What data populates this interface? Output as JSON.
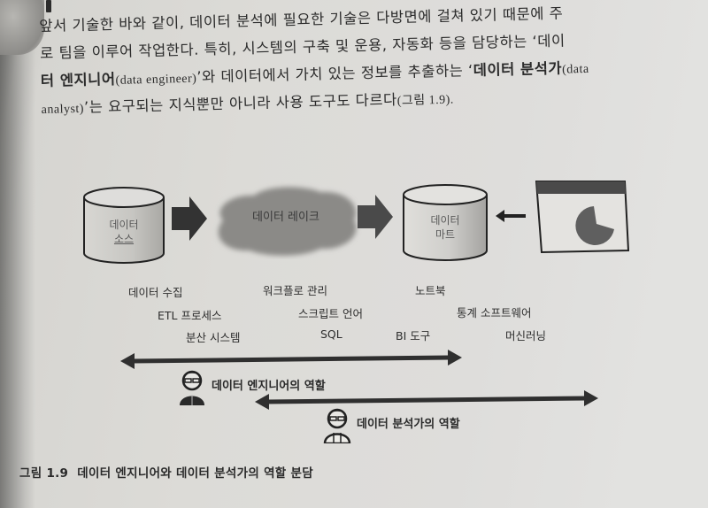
{
  "paragraph": {
    "lines": [
      {
        "text": "앞서 기술한 바와 같이, 데이터 분석에 필요한 기술은 다방면에 걸쳐 있기 때문에 주"
      },
      {
        "text": "로 팀을 이루어 작업한다. 특히, 시스템의 구축 및 운용, 자동화 등을 담당하는 ‘데이"
      },
      {
        "pre": "터 엔지니어",
        "latin": "(data engineer)",
        "post": "’와 데이터에서 가치 있는 정보를 추출하는 ‘",
        "bold2": "데이터 분석가",
        "latin2": "(data"
      },
      {
        "latin": "analyst)",
        "post": "’는 요구되는 지식뿐만 아니라 사용 도구도 다르다",
        "latin2": "(그림 1.9)."
      }
    ]
  },
  "diagram": {
    "data_source": {
      "line1": "데이터",
      "line2": "소스"
    },
    "data_lake": {
      "label": "데이터 레이크"
    },
    "data_mart": {
      "line1": "데이터",
      "line2": "마트"
    },
    "dashboard": {
      "icon": "pie-chart-window-icon"
    },
    "skills": [
      {
        "label": "데이터 수집"
      },
      {
        "label": "ETL 프로세스"
      },
      {
        "label": "분산 시스템"
      },
      {
        "label": "워크플로 관리"
      },
      {
        "label": "스크립트 언어"
      },
      {
        "label": "SQL"
      },
      {
        "label": "노트북"
      },
      {
        "label": "BI 도구"
      },
      {
        "label": "통계 소프트웨어"
      },
      {
        "label": "머신러닝"
      }
    ],
    "roles": {
      "engineer": {
        "label": "데이터 엔지니어의 역할",
        "icon": "engineer-person-icon"
      },
      "analyst": {
        "label": "데이터 분석가의 역할",
        "icon": "analyst-person-icon"
      }
    },
    "colors": {
      "arrow": "#2f2f2f",
      "cloud": "#8a8a88",
      "cylinder_fill": "#cfcecb",
      "pie": "#5f5f5f",
      "window_bar": "#4a4a4a"
    }
  },
  "caption": {
    "number": "그림 1.9",
    "text": "데이터 엔지니어와 데이터 분석가의 역할 분담"
  }
}
